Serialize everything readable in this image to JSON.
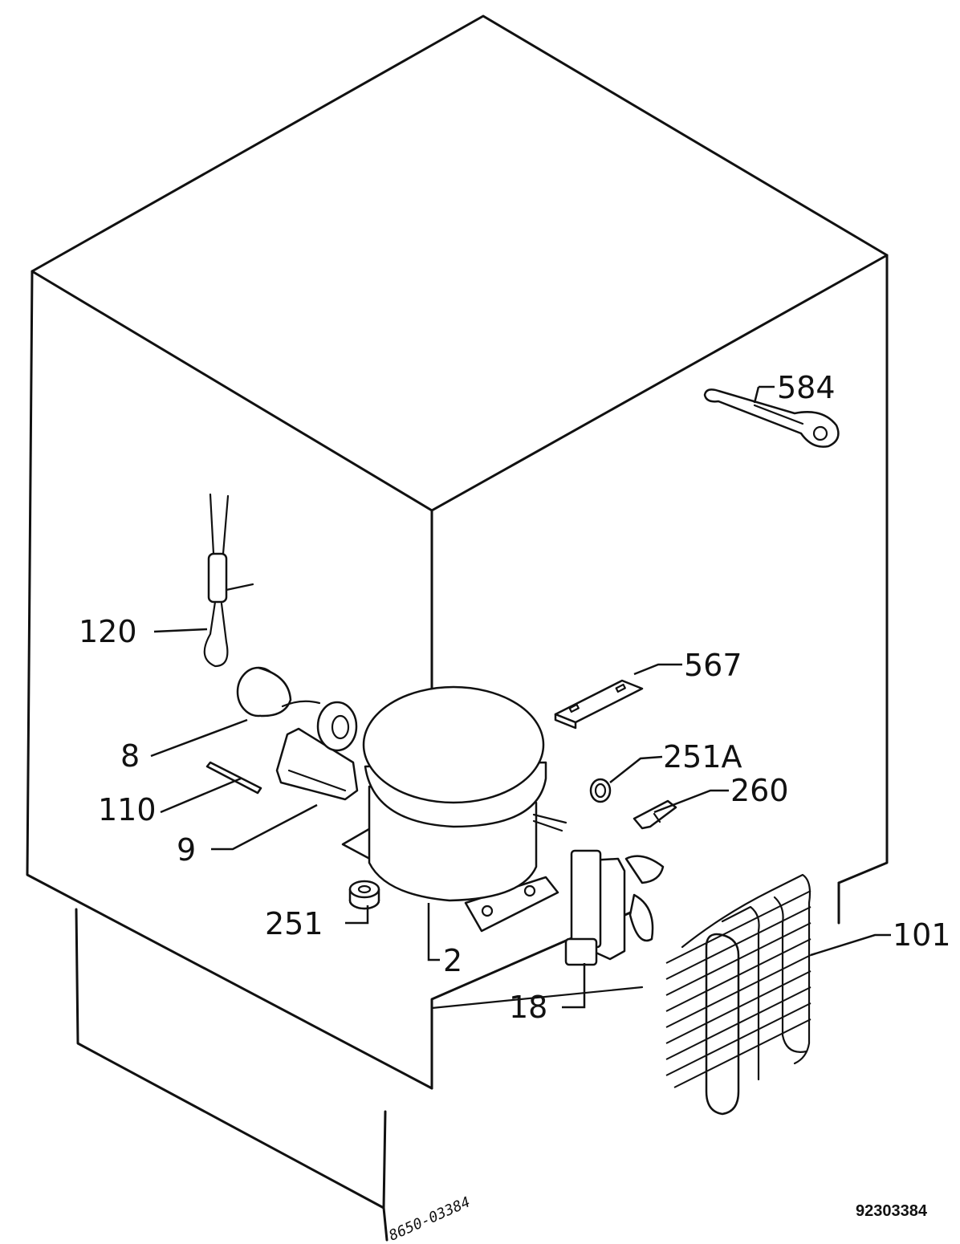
{
  "diagram": {
    "labels": {
      "l584": "584",
      "l120": "120",
      "l567": "567",
      "l8": "8",
      "l251a": "251A",
      "l260": "260",
      "l110": "110",
      "l9": "9",
      "l251": "251",
      "l2": "2",
      "l101": "101",
      "l18": "18"
    },
    "document_number": "92303384",
    "drawing_stamp": "8650-03384"
  }
}
